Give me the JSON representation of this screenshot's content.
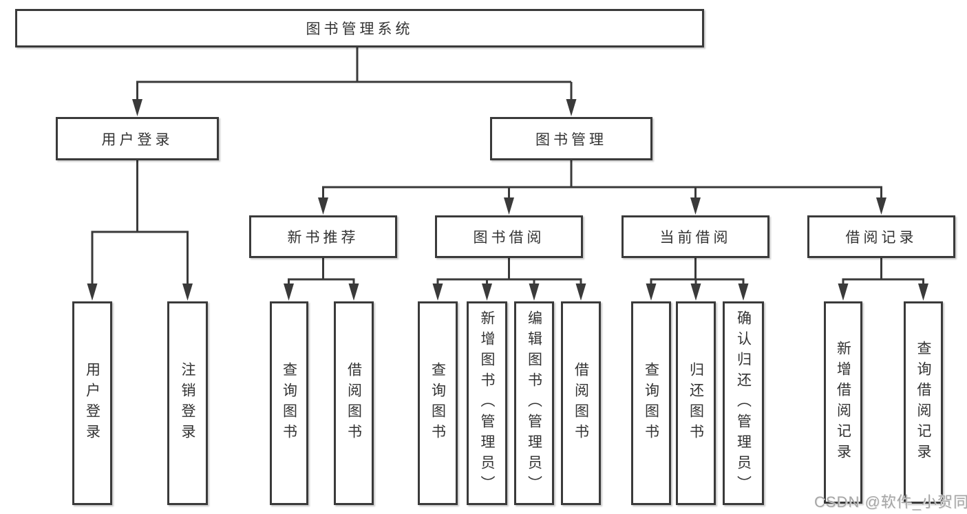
{
  "diagram": {
    "root": {
      "label": "图书管理系统"
    },
    "level2": [
      {
        "label": "用户登录"
      },
      {
        "label": "图书管理"
      }
    ],
    "level3": [
      {
        "label": "新书推荐"
      },
      {
        "label": "图书借阅"
      },
      {
        "label": "当前借阅"
      },
      {
        "label": "借阅记录"
      }
    ],
    "leaves": {
      "user_login": [
        "用户登录",
        "注销登录"
      ],
      "new_book": [
        "查询图书",
        "借阅图书"
      ],
      "book_borrow": [
        "查询图书",
        "新增图书（管理员）",
        "编辑图书（管理员）",
        "借阅图书"
      ],
      "current_borrow": [
        "查询图书",
        "归还图书",
        "确认归还（管理员）"
      ],
      "borrow_record": [
        "新增借阅记录",
        "查询借阅记录"
      ]
    }
  },
  "watermark": "CSDN @软件_小贺同学",
  "colors": {
    "line": "#3a3a3a",
    "text": "#333333",
    "watermark": "#a6a6a6"
  }
}
